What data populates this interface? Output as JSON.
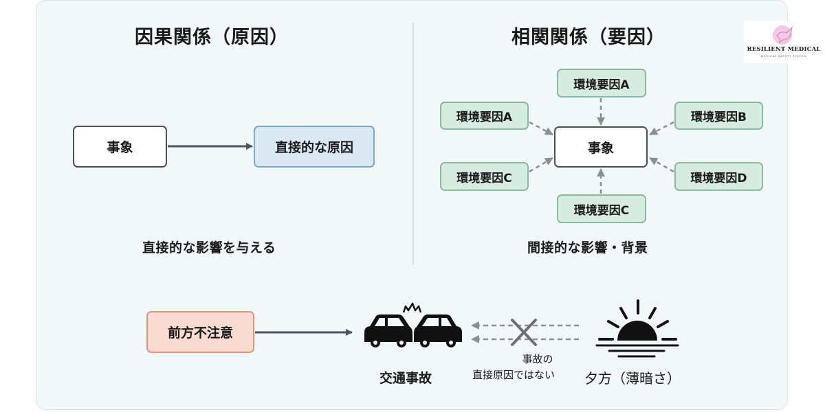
{
  "causal": {
    "title": "因果関係（原因）",
    "event_label": "事象",
    "cause_label": "直接的な原因",
    "caption": "直接的な影響を与える"
  },
  "correlation": {
    "title": "相関関係（要因）",
    "event_label": "事象",
    "factors": {
      "top": "環境要因A",
      "upper_left": "環境要因A",
      "upper_right": "環境要因B",
      "lower_left": "環境要因C",
      "lower_right": "環境要因D",
      "bottom": "環境要因C"
    },
    "caption": "間接的な影響・背景"
  },
  "example": {
    "cause_label": "前方不注意",
    "accident_label": "交通事故",
    "not_cause_note_line1": "事故の",
    "not_cause_note_line2": "直接原因ではない",
    "dusk_label": "夕方（薄暗さ）",
    "icons": [
      "car-crash-icon",
      "cross-icon",
      "sunset-icon"
    ]
  },
  "logo": {
    "name": "RESILIENT MEDICAL",
    "tagline": "MEDICAL SAFETY SYSTEM"
  },
  "colors": {
    "card_bg": "#f2f7f9",
    "cause_blue": "#d9e8f3",
    "factor_green": "#d7ece0",
    "example_red": "#f8dcd2",
    "arrow_dark": "#4b5560",
    "arrow_gray": "#8a8f94"
  }
}
